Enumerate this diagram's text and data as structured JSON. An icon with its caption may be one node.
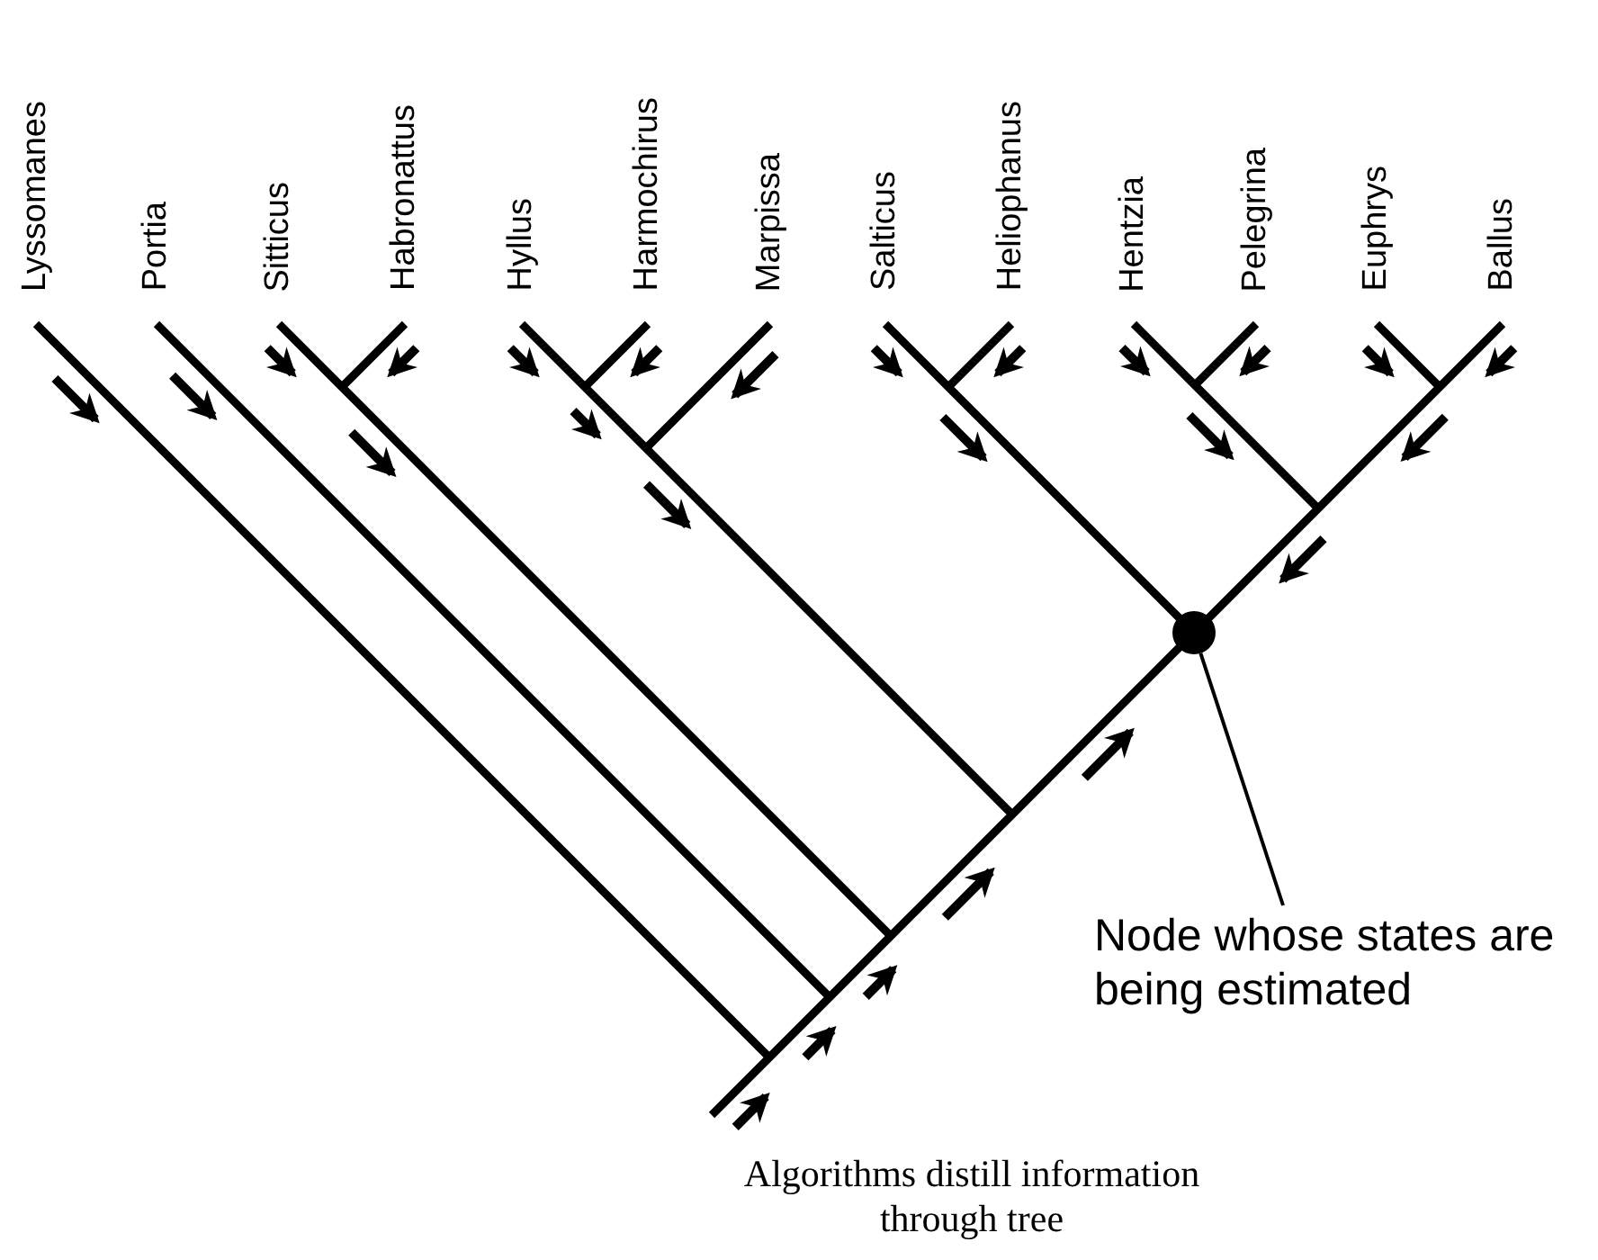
{
  "diagram": {
    "caption": "Algorithms distill information through tree",
    "nodes": [
      {
        "text": [
          "Node whose states are being estimated"
        ]
      },
      {
        "text": [],
        "shape": "circle"
      }
    ],
    "edges": [
      {
        "from": 0,
        "to": 1,
        "arrow": "none"
      }
    ],
    "labels": [
      "Lyssomanes",
      "Portia",
      "Sitticus",
      "Habronattus",
      "Hyllus",
      "Harmochirus",
      "Marpissa",
      "Salticus",
      "Heliophanus",
      "Hentzia",
      "Pelegrina",
      "Euphrys",
      "Ballus"
    ]
  }
}
